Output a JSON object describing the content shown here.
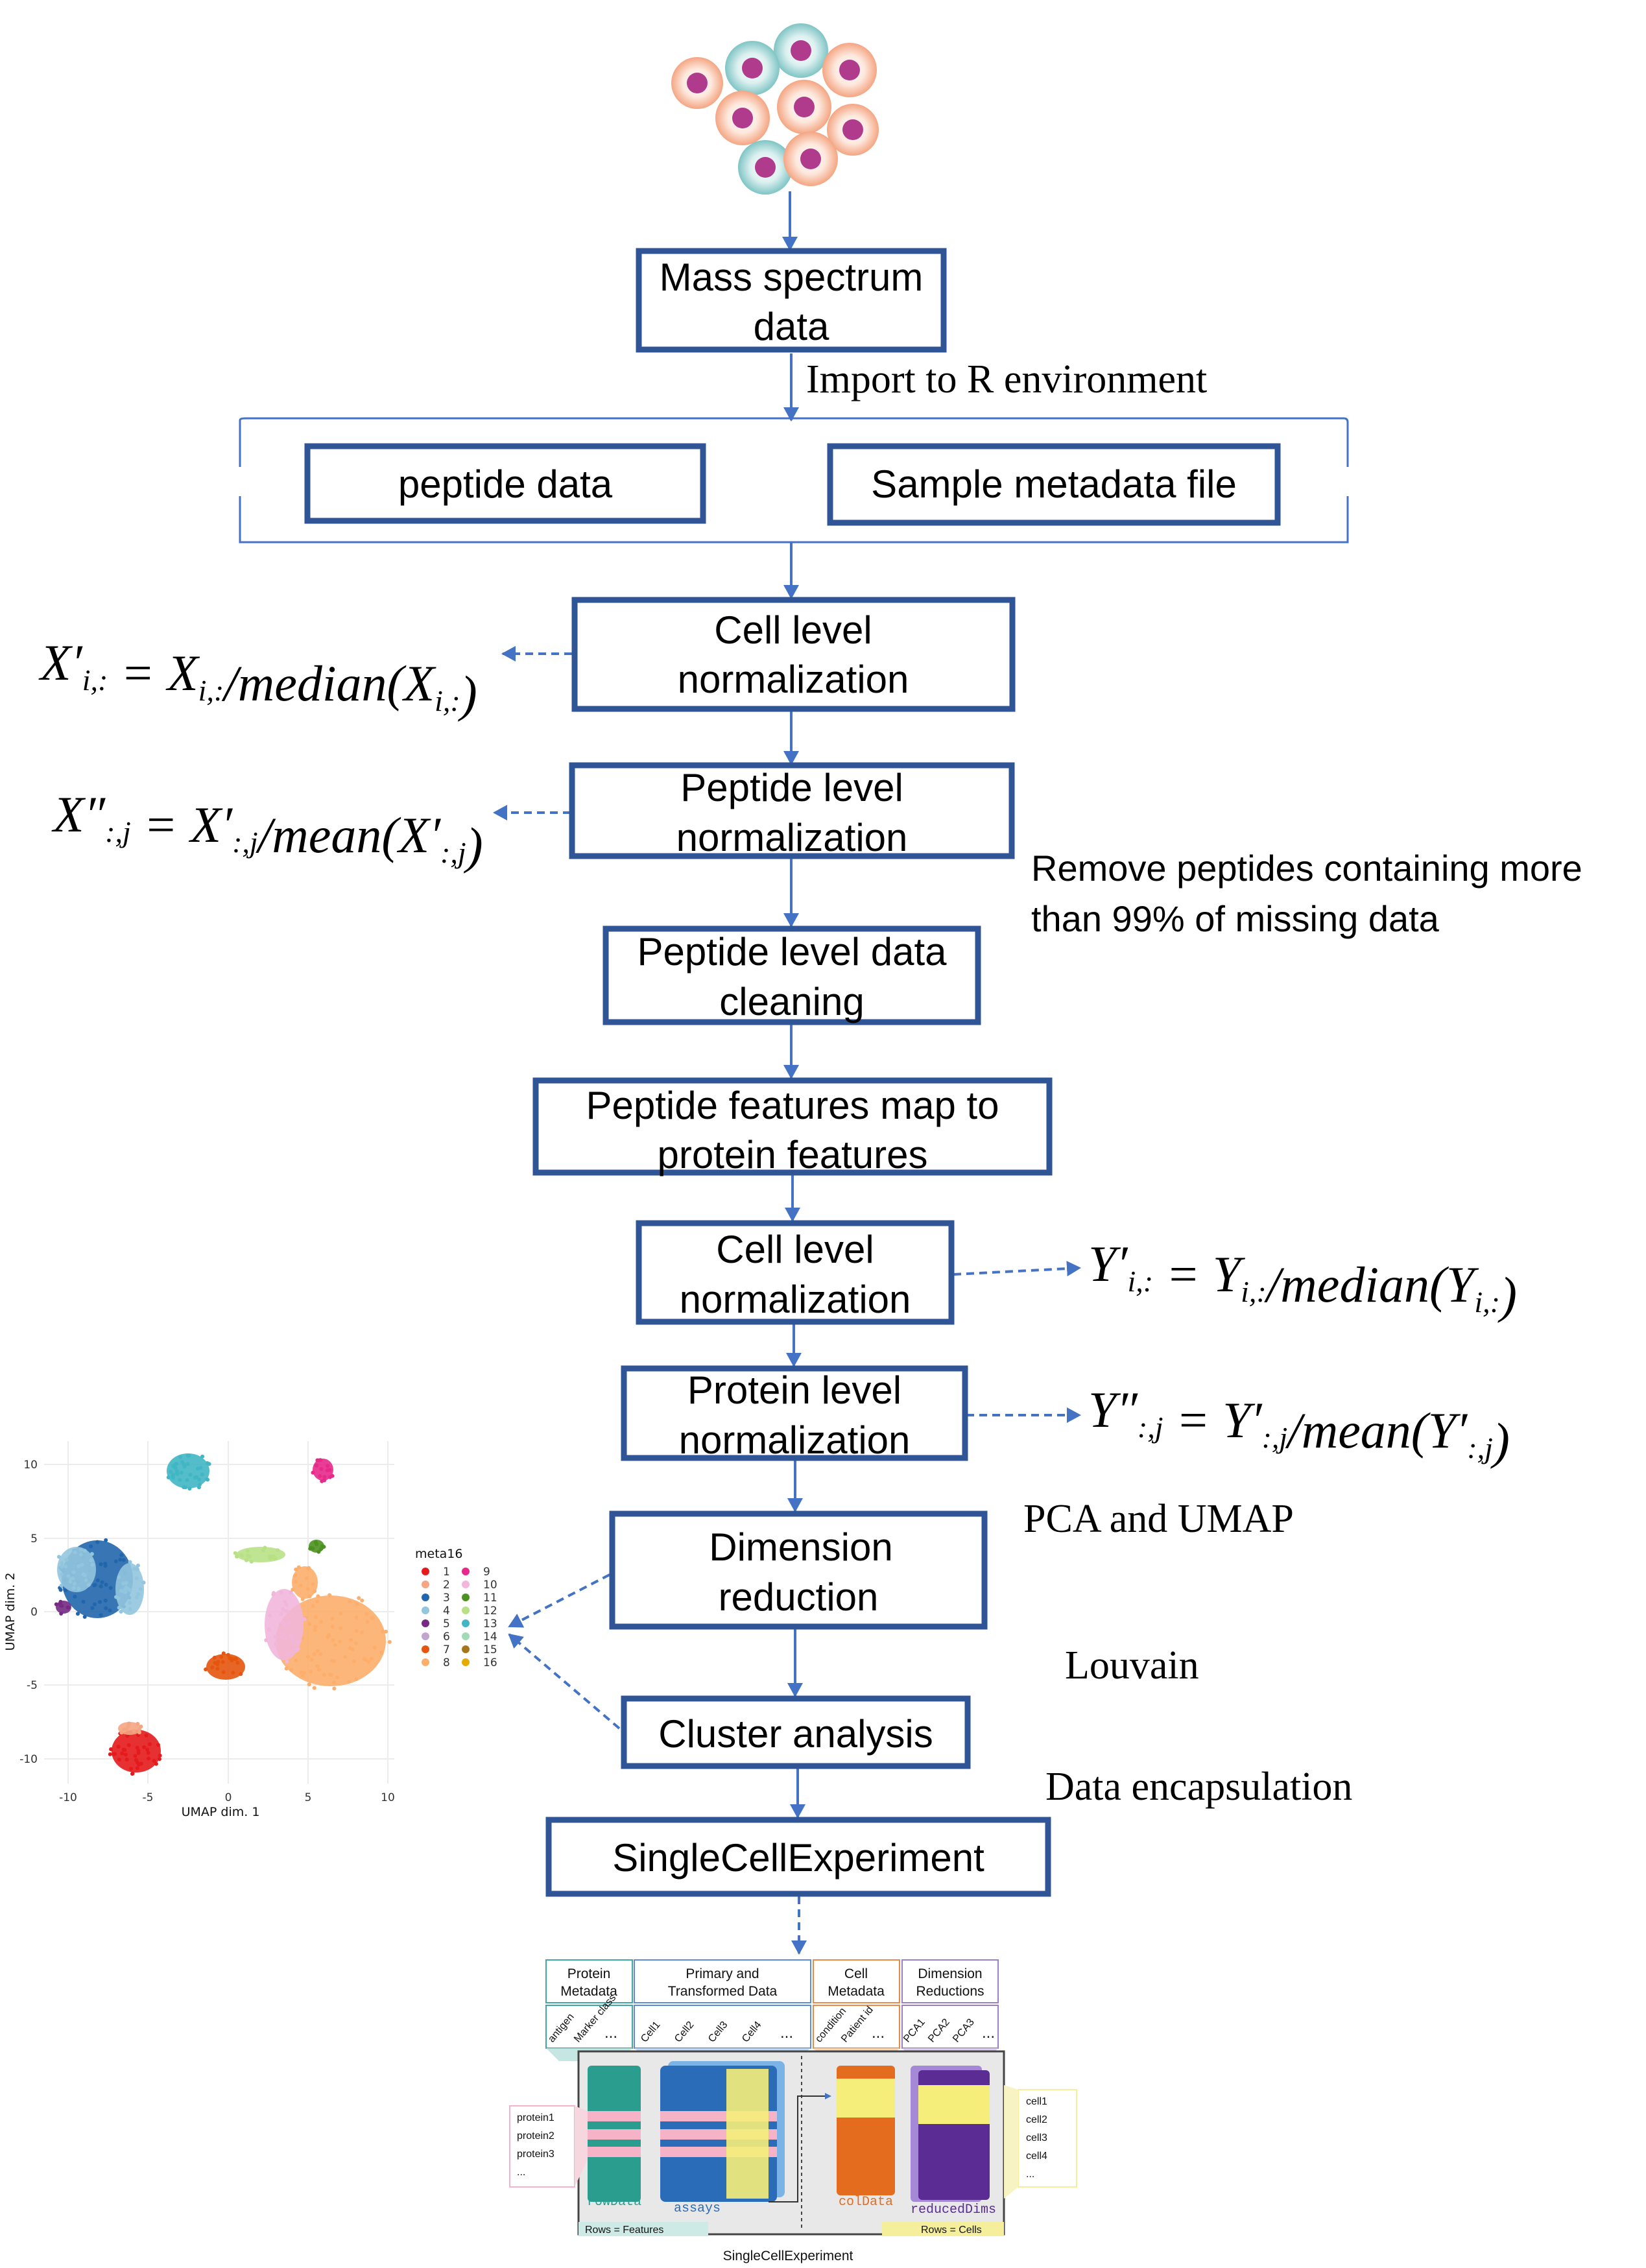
{
  "flow": {
    "step_mass_spectrum": [
      "Mass spectrum",
      "data"
    ],
    "label_import": "Import to R environment",
    "step_peptide_data": "peptide data",
    "step_sample_metadata": "Sample metadata file",
    "step_cell_norm_1": [
      "Cell level",
      "normalization"
    ],
    "step_peptide_norm": [
      "Peptide level",
      "normalization"
    ],
    "label_remove": [
      "Remove peptides containing more",
      "than 99% of missing data"
    ],
    "step_peptide_cleaning": [
      "Peptide level data",
      "cleaning"
    ],
    "step_map_features": [
      "Peptide features map to",
      "protein features"
    ],
    "step_cell_norm_2": [
      "Cell level",
      "normalization"
    ],
    "step_protein_norm": [
      "Protein level",
      "normalization"
    ],
    "step_dim_reduction": [
      "Dimension",
      "reduction"
    ],
    "label_pca": "PCA and UMAP",
    "step_cluster": "Cluster analysis",
    "label_louvain": "Louvain",
    "label_encapsulation": "Data encapsulation",
    "step_sce": "SingleCellExperiment"
  },
  "formulas": {
    "f1": "X′i,: = Xi,:/median(Xi,:)",
    "f2": "X″:,j = X′:,j/mean(X′:,j)",
    "f3": "Y′i,: = Yi,:/median(Yi,:)",
    "f4": "Y″:,j = Y′:,j/mean(Y′:,j)"
  },
  "umap": {
    "xlabel": "UMAP dim. 1",
    "ylabel": "UMAP dim. 2",
    "xticks": [
      "-10",
      "-5",
      "0",
      "5",
      "10"
    ],
    "yticks": [
      "10",
      "5",
      "0",
      "-5",
      "-10"
    ],
    "legend_title": "meta16",
    "legend_items": [
      "1",
      "2",
      "3",
      "4",
      "5",
      "6",
      "7",
      "8",
      "9",
      "10",
      "11",
      "12",
      "13",
      "14",
      "15",
      "16"
    ],
    "legend_colors": [
      "#e41a1c",
      "#f4a582",
      "#2166ac",
      "#92c5de",
      "#762a83",
      "#c2a5cf",
      "#e6550d",
      "#fdae6b",
      "#e7298a",
      "#f1b6da",
      "#4d9221",
      "#b8e186",
      "#41b6c4",
      "#a1dab4",
      "#a6761d",
      "#e6ab02"
    ]
  },
  "sce": {
    "headers": [
      [
        "Protein",
        "Metadata"
      ],
      [
        "Primary and",
        "Transformed Data"
      ],
      [
        "Cell",
        "Metadata"
      ],
      [
        "Dimension",
        "Reductions"
      ]
    ],
    "protein_meta_cols": [
      "antigen",
      "Marker class",
      "..."
    ],
    "data_cols": [
      "Cell1",
      "Cell2",
      "Cell3",
      "Cell4",
      "..."
    ],
    "cell_meta_cols": [
      "condition",
      "Patient id",
      "..."
    ],
    "dim_cols": [
      "PCA1",
      "PCA2",
      "PCA3",
      "..."
    ],
    "rows_left": [
      "protein1",
      "protein2",
      "protein3",
      "..."
    ],
    "rows_right": [
      "cell1",
      "cell2",
      "cell3",
      "cell4",
      "..."
    ],
    "slot_labels": [
      "rowData",
      "assays",
      "colData",
      "reducedDims"
    ],
    "footer_left": "Rows = Features",
    "footer_right": "Rows = Cells",
    "caption": "SingleCellExperiment"
  }
}
